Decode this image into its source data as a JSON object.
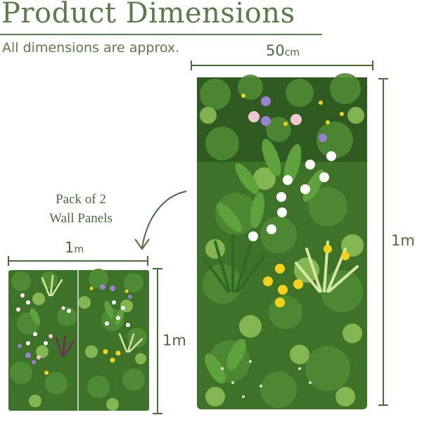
{
  "header": {
    "title": "Product Dimensions",
    "subtitle": "All dimensions are approx."
  },
  "large_panel": {
    "width_value": "50",
    "width_unit": "cm",
    "height_label": "1m"
  },
  "pack": {
    "line1": "Pack of 2",
    "line2": "Wall Panels",
    "width_value": "1",
    "width_unit": "m",
    "height_label": "1m"
  },
  "colors": {
    "text_green": "#5c7a4a",
    "line_green": "#4c6b3c",
    "foliage_dark": "#2f5a22",
    "foliage_mid": "#4f8a34",
    "foliage_light": "#8fc25a",
    "flower_purple": "#9b7fd0",
    "flower_pink": "#f2c6d2",
    "flower_yellow": "#f2d21d",
    "flower_white": "#ffffff"
  }
}
